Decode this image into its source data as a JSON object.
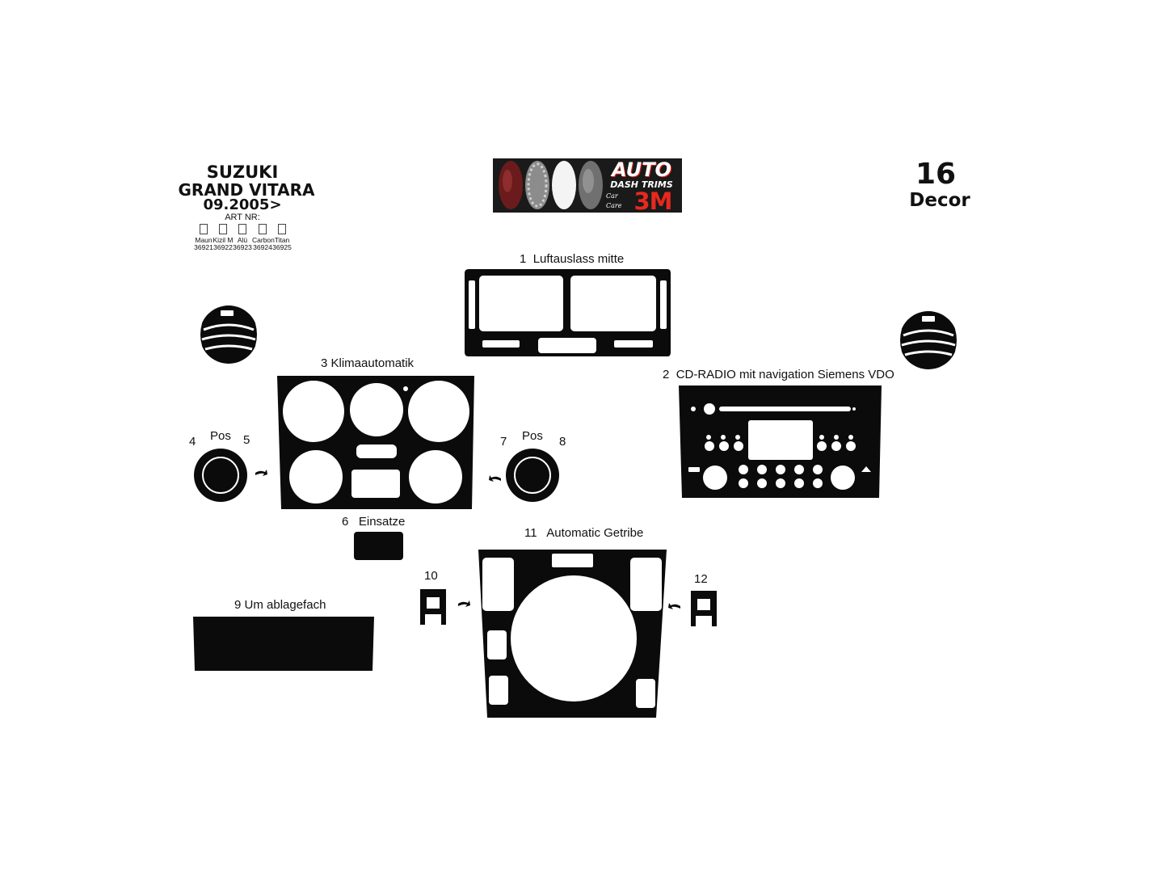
{
  "header": {
    "brand": "SUZUKI",
    "model": "GRAND VITARA",
    "date": "09.2005>",
    "art_nr_label": "ART NR:",
    "articles": [
      {
        "name": "Maun",
        "code": "36921"
      },
      {
        "name": "Kizil M",
        "code": "36922"
      },
      {
        "name": "Alü",
        "code": "36923"
      },
      {
        "name": "Carbon",
        "code": "36924"
      },
      {
        "name": "Titan",
        "code": "36925"
      }
    ],
    "count": "16",
    "count_label": "Decor"
  },
  "logo": {
    "line1": "AUTO",
    "line2": "DASH TRIMS",
    "line3": "Car",
    "line4": "Care",
    "mark": "3M",
    "accent": "#e8281e"
  },
  "parts": {
    "p1": {
      "num": "1",
      "name": "Luftauslass mitte"
    },
    "p2": {
      "num": "2",
      "name": "CD-RADIO mit navigation Siemens VDO"
    },
    "p3": {
      "num": "3",
      "name": "Klimaautomatik"
    },
    "p4": {
      "num": "4"
    },
    "p5": {
      "num": "5"
    },
    "pos_left": "Pos",
    "p6": {
      "num": "6",
      "name": "Einsatze"
    },
    "p7": {
      "num": "7"
    },
    "p8": {
      "num": "8"
    },
    "pos_right": "Pos",
    "p9": {
      "num": "9",
      "name": "Um ablagefach"
    },
    "p10": {
      "num": "10"
    },
    "p11": {
      "num": "11",
      "name": "Automatic Getribe"
    },
    "p12": {
      "num": "12"
    }
  },
  "colors": {
    "trim": "#0b0b0b",
    "background": "#ffffff"
  }
}
